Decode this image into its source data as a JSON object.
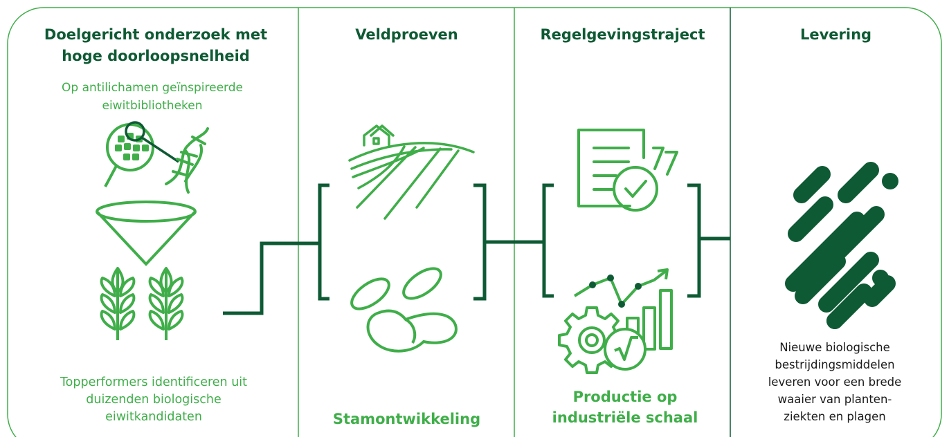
{
  "colors": {
    "dark_green": "#0e5a34",
    "light_green": "#3fae49",
    "text_dark": "#1a1a1a"
  },
  "stages": [
    {
      "title": "Doelgericht onderzoek met hoge doorloopsnelheid",
      "subtitle": "Op antilichamen geïnspireerde eiwitbibliotheken",
      "caption": "Topperformers identificeren uit duizenden biologische eiwitkandidaten",
      "icons": [
        "magnifier-icon",
        "dna-icon",
        "funnel-icon",
        "wheat-icon"
      ]
    },
    {
      "title": "Veldproeven",
      "caption": "Stamontwikkeling",
      "icons": [
        "farm-field-icon",
        "microbe-cells-icon"
      ]
    },
    {
      "title": "Regelgevingstraject",
      "caption": "Productie op industriële schaal",
      "icons": [
        "approved-document-icon",
        "growth-chart-icon",
        "gear-icon",
        "check-circle-icon"
      ]
    },
    {
      "title": "Levering",
      "caption": "Nieuwe biologische bestrijdingsmiddelen leveren voor een brede waaier van planten-ziekten en plagen",
      "icons": [
        "molecule-pattern-icon"
      ]
    }
  ]
}
